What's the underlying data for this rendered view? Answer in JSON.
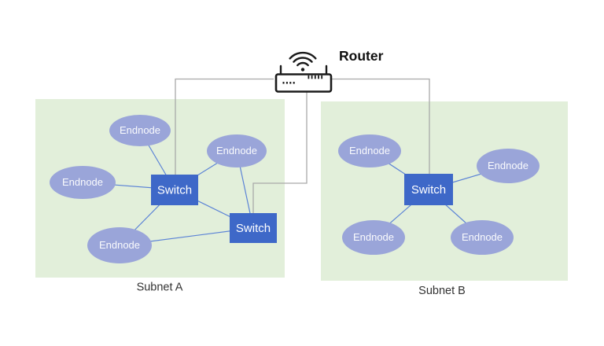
{
  "router": {
    "label": "Router"
  },
  "subnet_a": {
    "label": "Subnet A",
    "switches": [
      "Switch",
      "Switch"
    ],
    "endnodes": [
      "Endnode",
      "Endnode",
      "Endnode",
      "Endnode"
    ]
  },
  "subnet_b": {
    "label": "Subnet B",
    "switches": [
      "Switch"
    ],
    "endnodes": [
      "Endnode",
      "Endnode",
      "Endnode",
      "Endnode"
    ]
  },
  "edges": {
    "router_links": [
      "router to subnet-a-switch-1",
      "router to subnet-a-switch-2",
      "router to subnet-b-switch"
    ],
    "subnet_a_links": [
      "endnode-top to switch-1",
      "endnode-left to switch-1",
      "endnode-upper-right to switch-1",
      "endnode-upper-right to switch-2",
      "endnode-bottom to switch-1",
      "endnode-bottom to switch-2",
      "switch-1 to switch-2"
    ],
    "subnet_b_links": [
      "endnode-top-left to switch",
      "endnode-right to switch",
      "endnode-bottom-left to switch",
      "endnode-bottom-right to switch"
    ]
  },
  "colors": {
    "subnet_bg": "#e2efda",
    "endnode_fill": "#9aa5d9",
    "switch_fill": "#3e68c8",
    "link_blue": "#5b83d6",
    "link_gray": "#a9a9a9",
    "router_icon": "#1a1a1a"
  }
}
